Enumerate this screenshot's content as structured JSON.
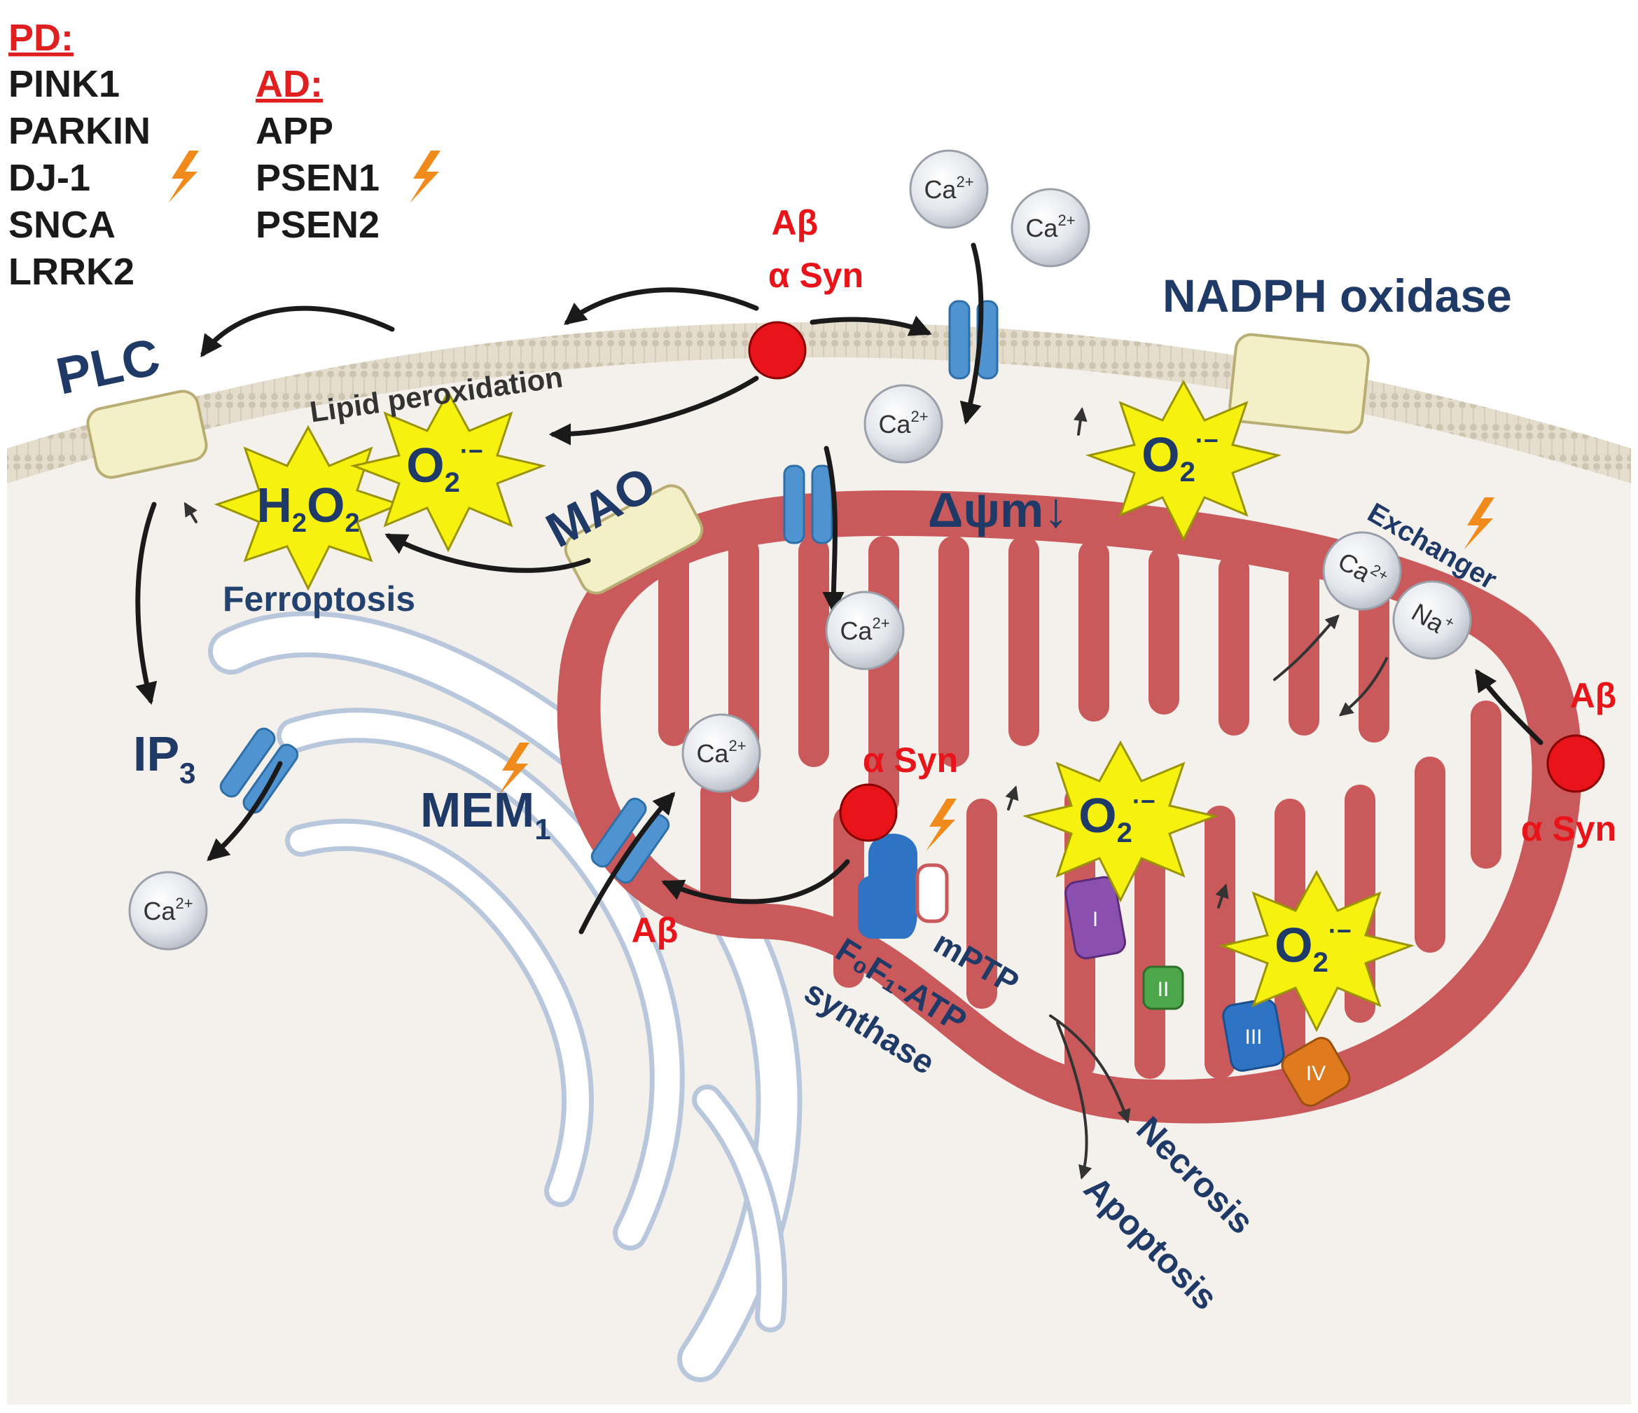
{
  "genes": {
    "pd_header": "PD:",
    "pd_list": [
      "PINK1",
      "PARKIN",
      "DJ-1",
      "SNCA",
      "LRRK2"
    ],
    "ad_header": "AD:",
    "ad_list": [
      "APP",
      "PSEN1",
      "PSEN2"
    ]
  },
  "labels": {
    "plc": "PLC",
    "lipid_peroxidation": "Lipid peroxidation",
    "mao": "MAO",
    "ferroptosis": "Ferroptosis",
    "ip3_main": "IP",
    "ip3_sub": "3",
    "mem_main": "MEM",
    "mem_sub": "1",
    "nadph_oxidase": "NADPH oxidase",
    "delta_psi": "Δψm↓",
    "exchanger": "Exchanger",
    "mptp": "mPTP",
    "atp_synthase_line1": "F₀F₁-ATP",
    "atp_synthase_line2": "synthase",
    "necrosis": "Necrosis",
    "apoptosis": "Apoptosis"
  },
  "agents": {
    "abeta": "Aβ",
    "asyn": "α Syn"
  },
  "ros": {
    "superoxide_main": "O",
    "superoxide_sub": "2",
    "superoxide_sup": "·−",
    "h2o2_h": "H",
    "h2o2_2a": "2",
    "h2o2_o": "O",
    "h2o2_2b": "2"
  },
  "ions": {
    "calcium": "Ca",
    "calcium_charge": "2+",
    "sodium": "Na",
    "sodium_charge": "+"
  },
  "complexes": [
    "I",
    "II",
    "III",
    "IV"
  ],
  "colors": {
    "mitochondrion": "#c9595a",
    "cytoplasm": "#f4f1ec",
    "membrane": "#d9d1c2",
    "er": "#c6d2e6",
    "channel": "#4f94d0",
    "agent_red": "#e8141a",
    "ros_burst": "#f6f10f",
    "complex_I": "#8b4fb0",
    "complex_II": "#4ca64a",
    "complex_III": "#2f73c5",
    "complex_IV": "#e07a1f",
    "lightning": "#f08a1a",
    "label_navy": "#1f3a66"
  }
}
